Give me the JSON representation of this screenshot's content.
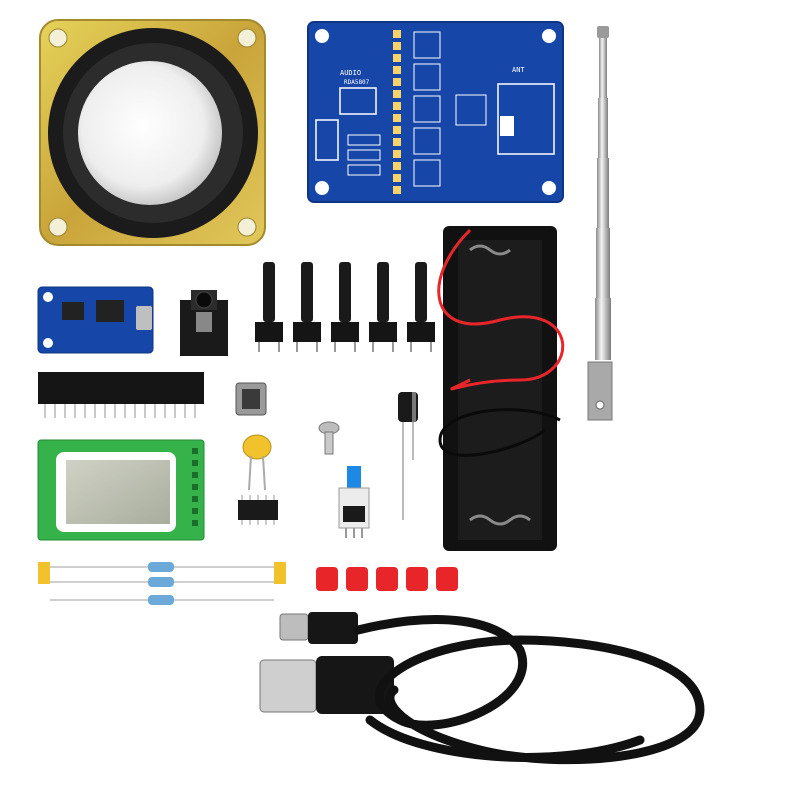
{
  "image": {
    "subject": "FM radio DIY electronics kit components",
    "background_color": "#ffffff"
  },
  "pcb_main": {
    "silkscreen": [
      "AUDIO",
      "ANT",
      "RDA5807"
    ],
    "color": "#1646a8"
  },
  "colors": {
    "pcb_blue": "#1646a8",
    "lcd_green": "#35b34a",
    "cap_red": "#e8262a",
    "switch_blue": "#1e88e5",
    "cable_black": "#111111",
    "speaker_frame": "#d4b840",
    "antenna_chrome": "#c9c9c9"
  },
  "icons": [
    "speaker-icon",
    "pcb-board-icon",
    "telescopic-antenna-icon",
    "battery-holder-icon",
    "charger-module-icon",
    "audio-jack-icon",
    "tactile-button-icon",
    "pin-header-icon",
    "lcd-module-icon",
    "resistor-icon",
    "electrolytic-capacitor-icon",
    "push-switch-icon",
    "button-cap-icon",
    "usb-cable-icon"
  ]
}
